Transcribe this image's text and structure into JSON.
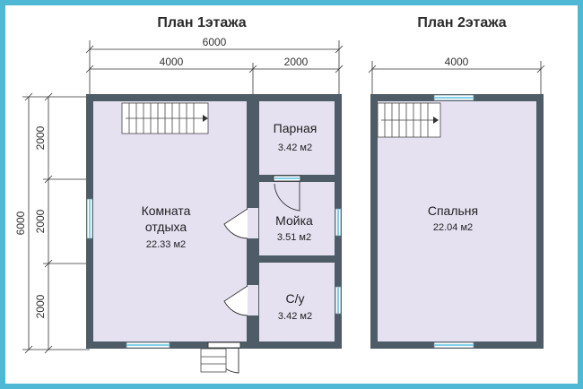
{
  "floor1": {
    "title": "План 1этажа",
    "dims": {
      "total_width": "6000",
      "left_width": "4000",
      "right_width": "2000",
      "height": "6000",
      "seg1": "2000",
      "seg2": "2000",
      "seg3": "2000"
    },
    "rooms": {
      "parnaya": {
        "name": "Парная",
        "area": "3.42 м2"
      },
      "moyka": {
        "name": "Мойка",
        "area": "3.51 м2"
      },
      "komnata": {
        "name_line1": "Комната",
        "name_line2": "отдыха",
        "area": "22.33 м2"
      },
      "su": {
        "name": "С/у",
        "area": "3.42 м2"
      }
    }
  },
  "floor2": {
    "title": "План 2этажа",
    "dims": {
      "width": "4000"
    },
    "rooms": {
      "spalnya": {
        "name": "Спальня",
        "area": "22.04 м2"
      }
    }
  },
  "colors": {
    "wall": "#4d5c66",
    "floor": "#e6e1f1",
    "window": "#7fd0e8",
    "border": "#4fb8d4"
  }
}
